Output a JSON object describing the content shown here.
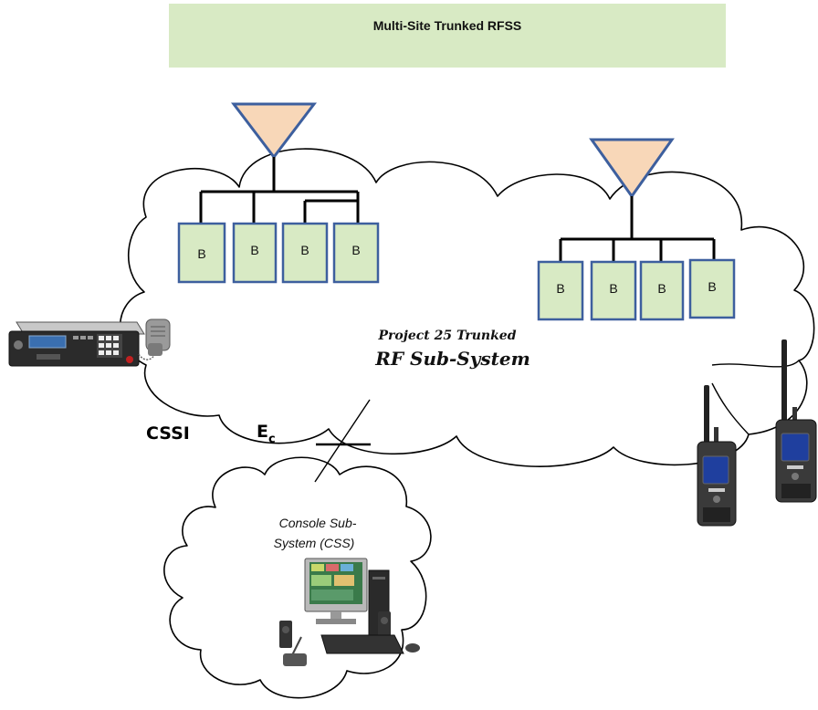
{
  "title": "Multi-Site Trunked RFSS",
  "rfss_cloud": {
    "line1": "Project 25 Trunked",
    "line2": "RF Sub-System"
  },
  "console_cloud": {
    "line1": "Console Sub-",
    "line2": "System (CSS)"
  },
  "interfaces": {
    "cssi": "CSSI",
    "ec_main": "E",
    "ec_sub": "c"
  },
  "sites": [
    {
      "base_stations": [
        "B",
        "B",
        "B",
        "B"
      ]
    },
    {
      "base_stations": [
        "B",
        "B",
        "B",
        "B"
      ]
    }
  ],
  "icons": {
    "antenna": "antenna-icon",
    "base_station": "base-station-icon",
    "control_station": "control-station-radio-icon",
    "portable_radio": "portable-radio-icon",
    "console": "console-workstation-icon"
  },
  "colors": {
    "title_band": "#d8eac4",
    "station_fill": "#d8eac4",
    "station_border": "#3d5f9e",
    "antenna_fill": "#f8d7b8",
    "antenna_border": "#3d5f9e"
  }
}
